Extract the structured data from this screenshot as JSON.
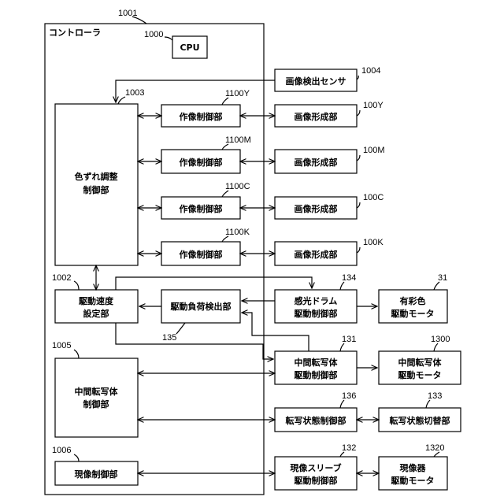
{
  "diagram": {
    "controller_ref": "1001",
    "controller_label": "コントローラ",
    "cpu": {
      "ref": "1000",
      "label": "CPU"
    },
    "sensor": {
      "ref": "1004",
      "label": "画像検出センサ"
    },
    "color_adjust": {
      "ref": "1003",
      "line1": "色ずれ調整",
      "line2": "制御部"
    },
    "imaging_ctrl_y": {
      "ref": "1100Y",
      "label": "作像制御部"
    },
    "imaging_ctrl_m": {
      "ref": "1100M",
      "label": "作像制御部"
    },
    "imaging_ctrl_c": {
      "ref": "1100C",
      "label": "作像制御部"
    },
    "imaging_ctrl_k": {
      "ref": "1100K",
      "label": "作像制御部"
    },
    "image_form_y": {
      "ref": "100Y",
      "label": "画像形成部"
    },
    "image_form_m": {
      "ref": "100M",
      "label": "画像形成部"
    },
    "image_form_c": {
      "ref": "100C",
      "label": "画像形成部"
    },
    "image_form_k": {
      "ref": "100K",
      "label": "画像形成部"
    },
    "speed_setting": {
      "ref": "1002",
      "line1": "駆動速度",
      "line2": "設定部"
    },
    "load_detect": {
      "ref": "135",
      "label": "駆動負荷検出部"
    },
    "drum_ctrl": {
      "ref": "134",
      "line1": "感光ドラム",
      "line2": "駆動制御部"
    },
    "color_motor": {
      "ref": "31",
      "line1": "有彩色",
      "line2": "駆動モータ"
    },
    "itb_ctrl_main": {
      "ref": "1005",
      "line1": "中間転写体",
      "line2": "制御部"
    },
    "itb_drive_ctrl": {
      "ref": "131",
      "line1": "中間転写体",
      "line2": "駆動制御部"
    },
    "itb_motor": {
      "ref": "1300",
      "line1": "中間転写体",
      "line2": "駆動モータ"
    },
    "transfer_ctrl": {
      "ref": "136",
      "label": "転写状態制御部"
    },
    "transfer_switch": {
      "ref": "133",
      "label": "転写状態切替部"
    },
    "develop_ctrl": {
      "ref": "1006",
      "label": "現像制御部"
    },
    "sleeve_ctrl": {
      "ref": "132",
      "line1": "現像スリーブ",
      "line2": "駆動制御部"
    },
    "developer_motor": {
      "ref": "1320",
      "line1": "現像器",
      "line2": "駆動モータ"
    }
  }
}
